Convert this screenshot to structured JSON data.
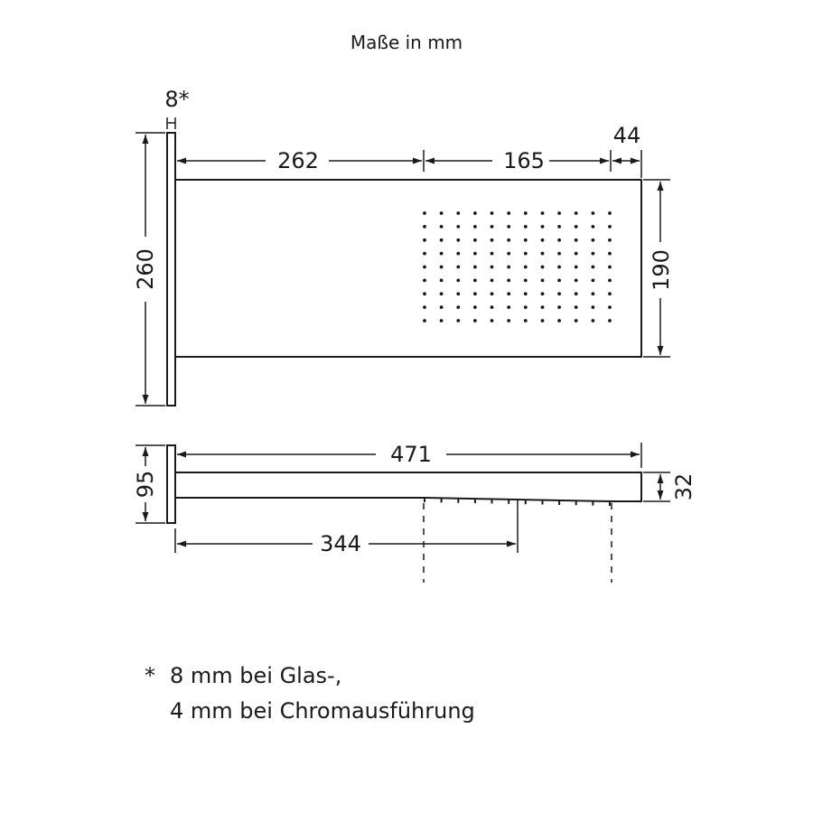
{
  "title": "Maße in mm",
  "dimensions": {
    "wall_plate_thickness": "8*",
    "arm_length": "262",
    "spray_field_length": "165",
    "end_margin": "44",
    "total_height": "260",
    "head_width": "190",
    "total_length": "471",
    "wall_plate_depth": "95",
    "head_thickness": "32",
    "outlet_center_distance": "344"
  },
  "footnote": {
    "marker": "*",
    "line1": "8 mm bei Glas-,",
    "line2": "4 mm bei Chromausführung"
  },
  "grid": {
    "columns": 12,
    "rows": 9
  },
  "colors": {
    "ink": "#1a1a1a",
    "background": "#ffffff"
  }
}
